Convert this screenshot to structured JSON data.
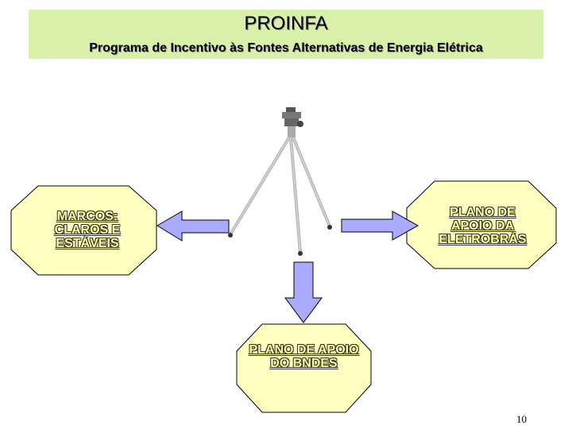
{
  "header": {
    "title": "PROINFA",
    "subtitle": "Programa de Incentivo às Fontes Alternativas de Energia Elétrica"
  },
  "nodes": {
    "left": {
      "label_lines": [
        "MARCOS:",
        "CLAROS E",
        "ESTÁVEIS"
      ]
    },
    "right": {
      "label_lines": [
        "PLANO DE",
        "APOIO DA",
        "ELETROBRÁS"
      ]
    },
    "bottom": {
      "label_lines": [
        "PLANO DE APOIO",
        "DO BNDES"
      ]
    }
  },
  "page_number": "10",
  "colors": {
    "header_bg": "#d8f0a8",
    "octagon_fill": "#ffffc0",
    "arrow_fill": "#aaaaff",
    "label_text": "#ffff99"
  },
  "icons": {
    "center": "tripod-icon"
  }
}
